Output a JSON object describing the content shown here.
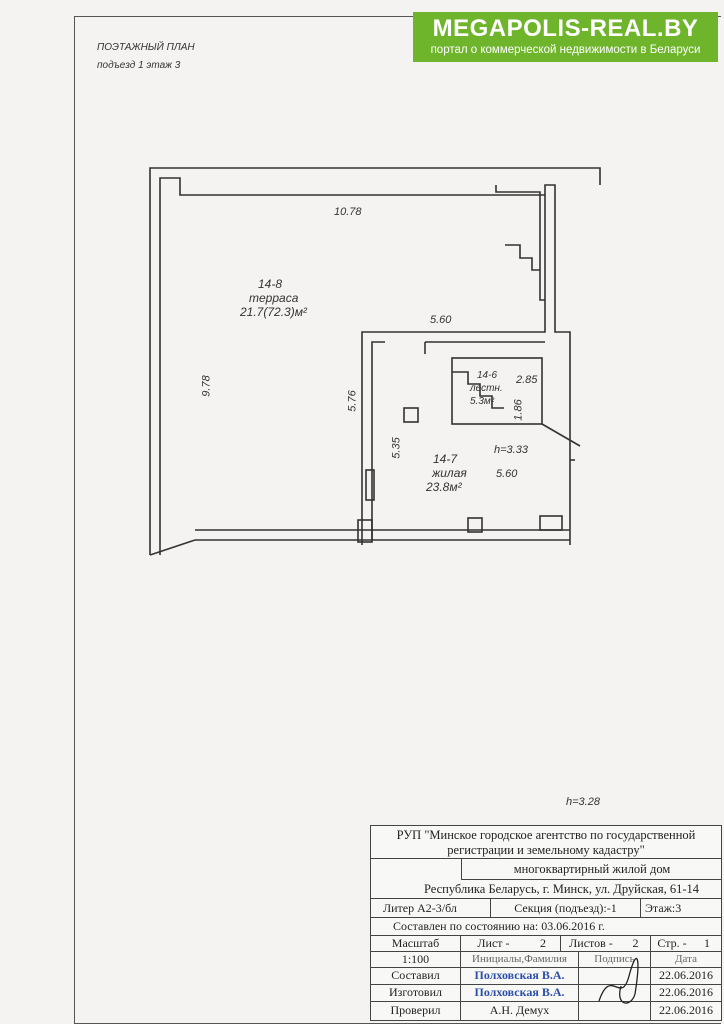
{
  "header": {
    "floor_plan_title": "ПОЭТАЖНЫЙ ПЛАН",
    "entrance_floor": "подъезд 1 этаж 3"
  },
  "banner": {
    "site": "MEGAPOLIS-REAL.BY",
    "tagline": "портал о коммерческой недвижимости в Беларуси",
    "color": "#6fb52c"
  },
  "plan": {
    "dims": {
      "top_width": "10.78",
      "left_height": "9.78",
      "inner_top": "5.60",
      "inner_left": "5.76",
      "inner_mid": "5.35",
      "inner_bottom": "5.60",
      "stair_w": "2.85",
      "stair_h": "1.86",
      "ceiling_h": "h=3.33",
      "ceiling_h_bottom": "h=3.28"
    },
    "rooms": {
      "terrace_no": "14-8",
      "terrace_name": "терраса",
      "terrace_area": "21.7(72.3)м²",
      "living_no": "14-7",
      "living_name": "жилая",
      "living_area": "23.8м²",
      "stair_no": "14-6",
      "stair_name": "лестн.",
      "stair_area": "5.3м²"
    }
  },
  "stamp": {
    "org": "РУП \"Минское городское агентство по государственной регистрации и земельному кадастру\"",
    "object": "многоквартирный жилой дом",
    "address": "Республика Беларусь, г. Минск, ул. Друйская, 61-14",
    "liter": "Литер А2-3/бл",
    "section": "Секция (подъезд):-1",
    "floor": "Этаж:3",
    "state_date": "Составлен по состоянию на: 03.06.2016 г.",
    "hdr_scale": "Масштаб",
    "hdr_sheet": "Лист -",
    "hdr_sheet_no": "2",
    "hdr_sheets": "Листов -",
    "hdr_sheets_no": "2",
    "hdr_page": "Стр. -",
    "hdr_page_no": "1",
    "scale_value": "1:100",
    "col_initials": "Инициалы,Фамилия",
    "col_sign": "Подпись",
    "col_date": "Дата",
    "r1_role": "Составил",
    "r1_name": "Полховская В.А.",
    "r1_date": "22.06.2016",
    "r2_role": "Изготовил",
    "r2_name": "Полховская В.А.",
    "r2_date": "22.06.2016",
    "r3_role": "Проверил",
    "r3_name": "А.Н. Демух",
    "r3_date": "22.06.2016"
  }
}
